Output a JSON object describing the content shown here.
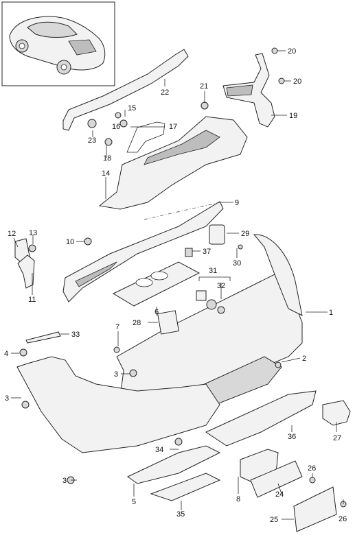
{
  "callouts": [
    {
      "id": "c1",
      "text": "1"
    },
    {
      "id": "c2",
      "text": "2"
    },
    {
      "id": "c3a",
      "text": "3"
    },
    {
      "id": "c3b",
      "text": "3"
    },
    {
      "id": "c3c",
      "text": "3"
    },
    {
      "id": "c4",
      "text": "4"
    },
    {
      "id": "c5",
      "text": "5"
    },
    {
      "id": "c6",
      "text": "6"
    },
    {
      "id": "c7",
      "text": "7"
    },
    {
      "id": "c8",
      "text": "8"
    },
    {
      "id": "c9",
      "text": "9"
    },
    {
      "id": "c10",
      "text": "10"
    },
    {
      "id": "c11",
      "text": "11"
    },
    {
      "id": "c12",
      "text": "12"
    },
    {
      "id": "c13",
      "text": "13"
    },
    {
      "id": "c14",
      "text": "14"
    },
    {
      "id": "c15",
      "text": "15"
    },
    {
      "id": "c16",
      "text": "16"
    },
    {
      "id": "c17",
      "text": "17"
    },
    {
      "id": "c18",
      "text": "18"
    },
    {
      "id": "c19",
      "text": "19"
    },
    {
      "id": "c20a",
      "text": "20"
    },
    {
      "id": "c20b",
      "text": "20"
    },
    {
      "id": "c21",
      "text": "21"
    },
    {
      "id": "c22",
      "text": "22"
    },
    {
      "id": "c23",
      "text": "23"
    },
    {
      "id": "c24",
      "text": "24"
    },
    {
      "id": "c25",
      "text": "25"
    },
    {
      "id": "c26a",
      "text": "26"
    },
    {
      "id": "c26b",
      "text": "26"
    },
    {
      "id": "c27",
      "text": "27"
    },
    {
      "id": "c28",
      "text": "28"
    },
    {
      "id": "c29",
      "text": "29"
    },
    {
      "id": "c30",
      "text": "30"
    },
    {
      "id": "c31",
      "text": "31"
    },
    {
      "id": "c32",
      "text": "32"
    },
    {
      "id": "c33",
      "text": "33"
    },
    {
      "id": "c34",
      "text": "34"
    },
    {
      "id": "c35",
      "text": "35"
    },
    {
      "id": "c36",
      "text": "36"
    },
    {
      "id": "c37",
      "text": "37"
    }
  ],
  "colors": {
    "ink": "#222222",
    "part_fill": "#f2f2f2",
    "shade": "#bdbdbd",
    "background": "#ffffff"
  }
}
